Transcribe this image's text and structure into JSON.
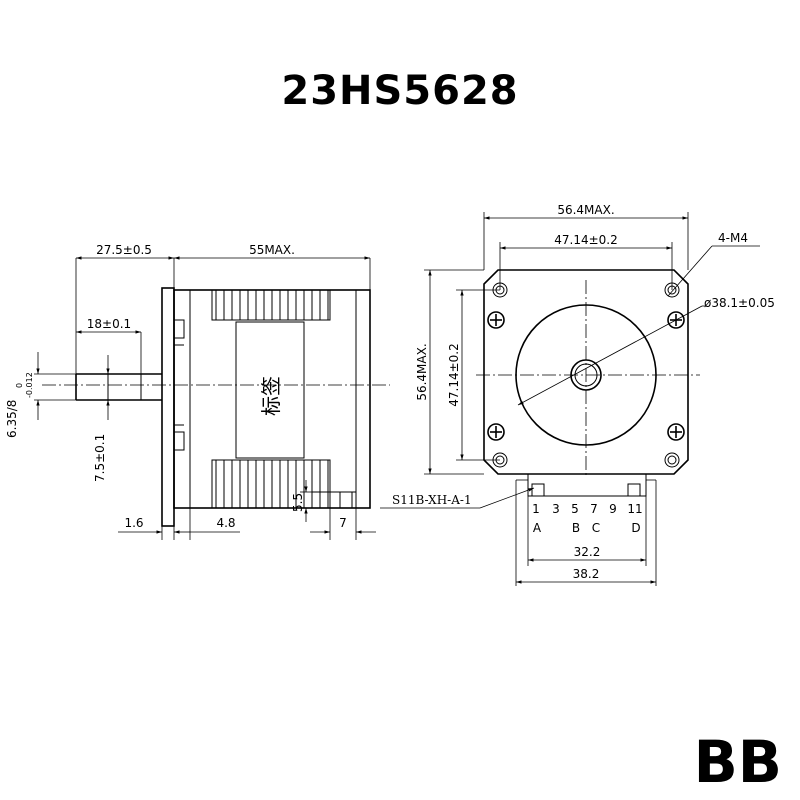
{
  "title": "23HS5628",
  "brand": "BB",
  "side_view": {
    "dim_shaft_length": "27.5±0.5",
    "dim_body_length": "55MAX.",
    "dim_flat_length": "18±0.1",
    "dim_shaft_dia_a": "6.35/8",
    "dim_shaft_tol_upper": "0",
    "dim_shaft_tol_lower": "-0.012",
    "dim_boss_dia": "7.5±0.1",
    "dim_flange": "1.6",
    "dim_flange_gap": "4.8",
    "dim_connector_h": "5.5",
    "dim_connector_w": "7",
    "label_text": "标签"
  },
  "front_view": {
    "dim_width": "56.4MAX.",
    "dim_hole_pitch": "47.14±0.2",
    "dim_holes": "4-M4",
    "dim_pilot": "ø38.1±0.05",
    "dim_height": "56.4MAX.",
    "dim_hole_pitch_v": "47.14±0.2",
    "connector_label": "S11B-XH-A-1",
    "pin_numbers": [
      "1",
      "3",
      "5",
      "7",
      "9",
      "11"
    ],
    "pin_letters": [
      "A",
      "B",
      "C",
      "D"
    ],
    "dim_conn_inner": "32.2",
    "dim_conn_outer": "38.2"
  }
}
